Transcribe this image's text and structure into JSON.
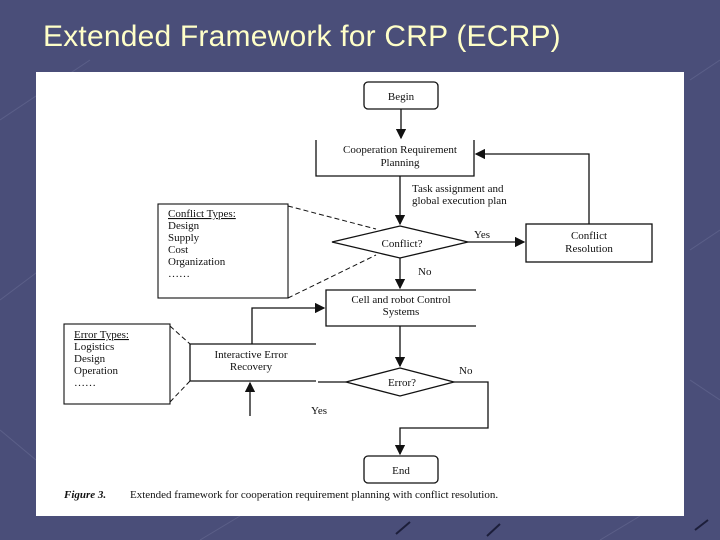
{
  "slide": {
    "title": "Extended Framework for CRP (ECRP)"
  },
  "colors": {
    "background": "#4a4e79",
    "title_text": "#ffffc8",
    "panel": "#ffffff",
    "ink": "#111111"
  },
  "flowchart": {
    "begin": "Begin",
    "crp_line1": "Cooperation Requirement",
    "crp_line2": "Planning",
    "task_line1": "Task assignment and",
    "task_line2": "global execution plan",
    "conflict_q": "Conflict?",
    "yes_conflict": "Yes",
    "no_conflict": "No",
    "resolution_line1": "Conflict",
    "resolution_line2": "Resolution",
    "control_line1": "Cell and robot Control",
    "control_line2": "Systems",
    "error_q": "Error?",
    "no_error": "No",
    "yes_error": "Yes",
    "recovery_line1": "Interactive Error",
    "recovery_line2": "Recovery",
    "end": "End",
    "conflict_types": {
      "heading": "Conflict Types:",
      "items": [
        "Design",
        "Supply",
        "Cost",
        "Organization",
        "……"
      ]
    },
    "error_types": {
      "heading": "Error Types:",
      "items": [
        "Logistics",
        "Design",
        "Operation",
        "……"
      ]
    },
    "caption_label": "Figure 3.",
    "caption_text": "Extended framework for cooperation requirement planning with conflict resolution."
  }
}
